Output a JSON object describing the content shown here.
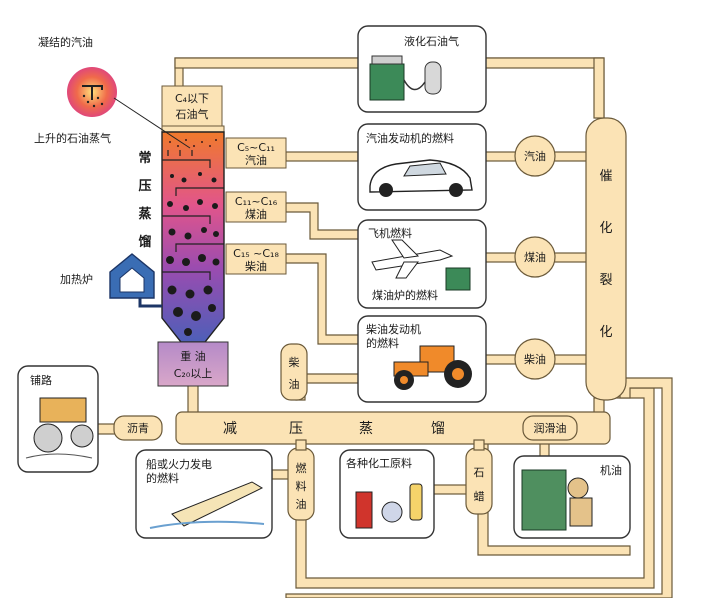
{
  "top_left": {
    "condensed_oil": "凝结的汽油",
    "rising_vapor": "上升的石油蒸气"
  },
  "column": {
    "title_chars": [
      "常",
      "压",
      "蒸",
      "馏"
    ],
    "top_box": [
      "C₄以下",
      "石油气"
    ],
    "bottom_box": [
      "重 油",
      "C₂₀以上"
    ],
    "heating_furnace": "加热炉"
  },
  "fractions": [
    {
      "range": "C₅~C₁₁",
      "name": "汽油"
    },
    {
      "range": "C₁₁~C₁₆",
      "name": "煤油"
    },
    {
      "range": "C₁₅ ~C₁₈",
      "name": "柴油"
    }
  ],
  "products": {
    "lpg": "液化石油气",
    "gasoline_engine": "汽油发动机的燃料",
    "aircraft_fuel": "飞机燃料",
    "kerosene_stove": "煤油炉的燃料",
    "diesel_engine_l1": "柴油发动机",
    "diesel_engine_l2": "的燃料",
    "ship_l1": "船或火力发电",
    "ship_l2": "的燃料",
    "chemicals": "各种化工原料",
    "engine_oil": "机油",
    "paving": "铺路"
  },
  "cracking": {
    "title_chars": [
      "催",
      "化",
      "裂",
      "化"
    ],
    "outputs": [
      "汽油",
      "煤油",
      "柴油"
    ]
  },
  "vacuum": {
    "title_chars": [
      "减",
      "压",
      "蒸",
      "馏"
    ],
    "asphalt": "沥青",
    "lubricant": "润滑油",
    "diesel_chars": [
      "柴",
      "油"
    ],
    "fuel_oil_chars": [
      "燃",
      "料",
      "油"
    ],
    "paraffin_chars": [
      "石",
      "蜡"
    ]
  },
  "colors": {
    "pipe_fill": "#fbe3b5",
    "column_top": "#f07a2c",
    "column_mid": "#d9479a",
    "column_bottom": "#5c4ea8",
    "furnace": "#3a6db4"
  }
}
